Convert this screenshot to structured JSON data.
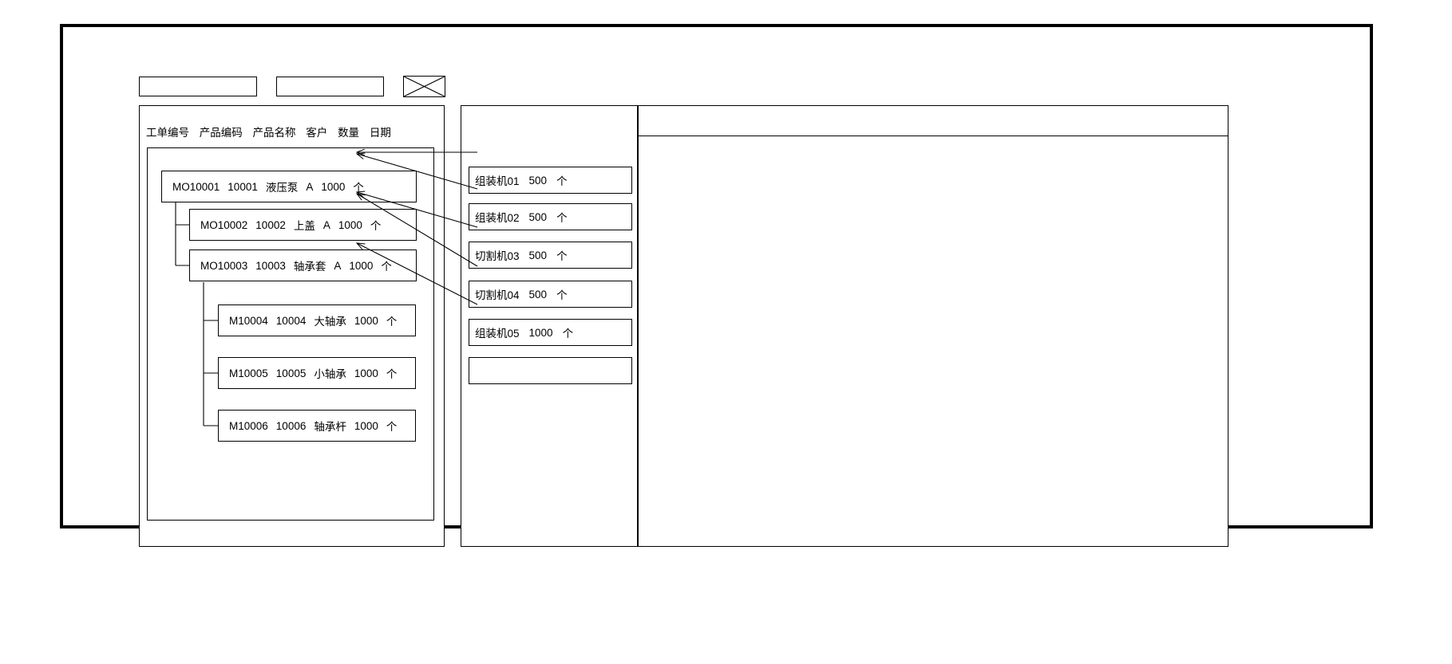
{
  "window": {
    "title_bar_present": true
  },
  "toolbar": {
    "field_1_value": "",
    "field_2_value": "",
    "close_icon": "cross-box-icon"
  },
  "left_panel": {
    "columns": [
      "工单编号",
      "产品编码",
      "产品名称",
      "客户",
      "数量",
      "日期"
    ],
    "rows": [
      {
        "level": 0,
        "order_no": "MO10001",
        "product_code": "10001",
        "product_name": "液压泵",
        "customer": "A",
        "quantity": "1000",
        "unit": "个"
      },
      {
        "level": 1,
        "order_no": "MO10002",
        "product_code": "10002",
        "product_name": "上盖",
        "customer": "A",
        "quantity": "1000",
        "unit": "个"
      },
      {
        "level": 1,
        "order_no": "MO10003",
        "product_code": "10003",
        "product_name": "轴承套",
        "customer": "A",
        "quantity": "1000",
        "unit": "个"
      },
      {
        "level": 2,
        "order_no": "M10004",
        "product_code": "10004",
        "product_name": "大轴承",
        "customer": "",
        "quantity": "1000",
        "unit": "个"
      },
      {
        "level": 2,
        "order_no": "M10005",
        "product_code": "10005",
        "product_name": "小轴承",
        "customer": "",
        "quantity": "1000",
        "unit": "个"
      },
      {
        "level": 2,
        "order_no": "M10006",
        "product_code": "10006",
        "product_name": "轴承杆",
        "customer": "",
        "quantity": "1000",
        "unit": "个"
      }
    ]
  },
  "middle_panel": {
    "rows": [
      {
        "machine": "组装机01",
        "quantity": "500",
        "unit": "个"
      },
      {
        "machine": "组装机02",
        "quantity": "500",
        "unit": "个"
      },
      {
        "machine": "切割机03",
        "quantity": "500",
        "unit": "个"
      },
      {
        "machine": "切割机04",
        "quantity": "500",
        "unit": "个"
      },
      {
        "machine": "组装机05",
        "quantity": "1000",
        "unit": "个"
      },
      {
        "machine": "",
        "quantity": "",
        "unit": ""
      }
    ]
  },
  "right_panel": {
    "header_text": "",
    "body_text": ""
  },
  "colors": {
    "stroke": "#000000",
    "background": "#ffffff"
  }
}
